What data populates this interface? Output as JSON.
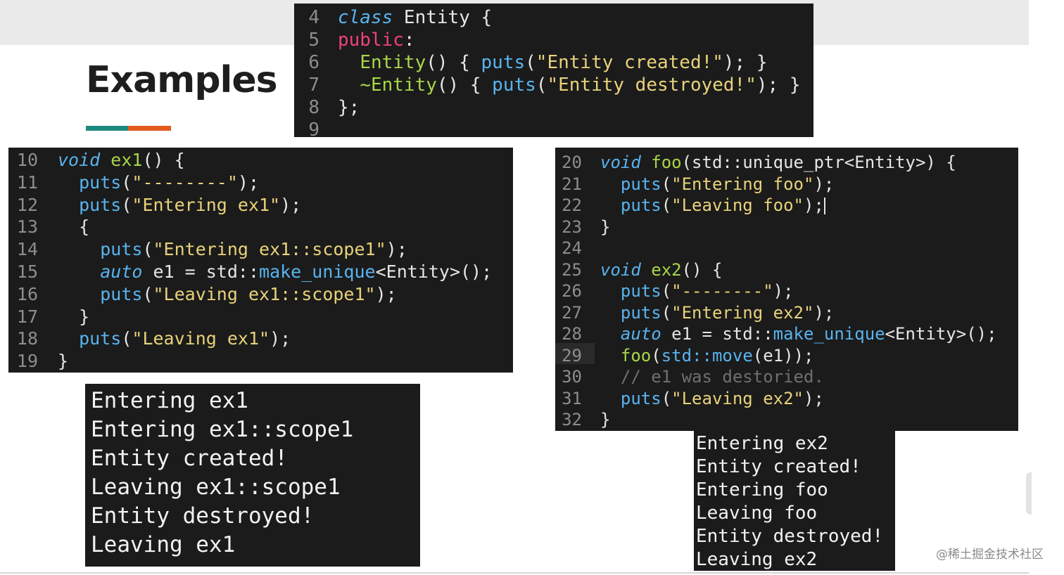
{
  "slide": {
    "title": "Examples",
    "watermark": "@稀土掘金技术社区",
    "colors": {
      "teal": "#1d8a7f",
      "orange": "#e35b1f",
      "panel": "#1b1b1b"
    }
  },
  "class_snippet": {
    "lines": [
      {
        "n": "4",
        "segs": [
          {
            "t": "class",
            "c": "kw"
          },
          {
            "t": " Entity {",
            "c": ""
          }
        ]
      },
      {
        "n": "5",
        "segs": [
          {
            "t": "public",
            "c": "kw2"
          },
          {
            "t": ":",
            "c": ""
          }
        ]
      },
      {
        "n": "6",
        "segs": [
          {
            "t": "  ",
            "c": ""
          },
          {
            "t": "Entity",
            "c": "fn"
          },
          {
            "t": "() { ",
            "c": ""
          },
          {
            "t": "puts",
            "c": "call"
          },
          {
            "t": "(",
            "c": ""
          },
          {
            "t": "\"Entity created!\"",
            "c": "str"
          },
          {
            "t": "); }",
            "c": ""
          }
        ]
      },
      {
        "n": "7",
        "segs": [
          {
            "t": "  ",
            "c": ""
          },
          {
            "t": "~Entity",
            "c": "fn"
          },
          {
            "t": "() { ",
            "c": ""
          },
          {
            "t": "puts",
            "c": "call"
          },
          {
            "t": "(",
            "c": ""
          },
          {
            "t": "\"Entity destroyed!\"",
            "c": "str"
          },
          {
            "t": "); }",
            "c": ""
          }
        ]
      },
      {
        "n": "8",
        "segs": [
          {
            "t": "};",
            "c": ""
          }
        ]
      },
      {
        "n": "9",
        "segs": []
      }
    ]
  },
  "ex1_snippet": {
    "lines": [
      {
        "n": "10",
        "segs": [
          {
            "t": "void",
            "c": "kw"
          },
          {
            "t": " ",
            "c": ""
          },
          {
            "t": "ex1",
            "c": "fn"
          },
          {
            "t": "() {",
            "c": ""
          }
        ]
      },
      {
        "n": "11",
        "segs": [
          {
            "t": "  ",
            "c": ""
          },
          {
            "t": "puts",
            "c": "call"
          },
          {
            "t": "(",
            "c": ""
          },
          {
            "t": "\"--------\"",
            "c": "str"
          },
          {
            "t": ");",
            "c": ""
          }
        ]
      },
      {
        "n": "12",
        "segs": [
          {
            "t": "  ",
            "c": ""
          },
          {
            "t": "puts",
            "c": "call"
          },
          {
            "t": "(",
            "c": ""
          },
          {
            "t": "\"Entering ex1\"",
            "c": "str"
          },
          {
            "t": ");",
            "c": ""
          }
        ]
      },
      {
        "n": "13",
        "segs": [
          {
            "t": "  {",
            "c": ""
          }
        ]
      },
      {
        "n": "14",
        "segs": [
          {
            "t": "    ",
            "c": ""
          },
          {
            "t": "puts",
            "c": "call"
          },
          {
            "t": "(",
            "c": ""
          },
          {
            "t": "\"Entering ex1::scope1\"",
            "c": "str"
          },
          {
            "t": ");",
            "c": ""
          }
        ]
      },
      {
        "n": "15",
        "segs": [
          {
            "t": "    ",
            "c": ""
          },
          {
            "t": "auto",
            "c": "kw"
          },
          {
            "t": " e1 = std::",
            "c": ""
          },
          {
            "t": "make_unique",
            "c": "call"
          },
          {
            "t": "<Entity>();",
            "c": ""
          }
        ]
      },
      {
        "n": "16",
        "segs": [
          {
            "t": "    ",
            "c": ""
          },
          {
            "t": "puts",
            "c": "call"
          },
          {
            "t": "(",
            "c": ""
          },
          {
            "t": "\"Leaving ex1::scope1\"",
            "c": "str"
          },
          {
            "t": ");",
            "c": ""
          }
        ]
      },
      {
        "n": "17",
        "segs": [
          {
            "t": "  }",
            "c": ""
          }
        ]
      },
      {
        "n": "18",
        "segs": [
          {
            "t": "  ",
            "c": ""
          },
          {
            "t": "puts",
            "c": "call"
          },
          {
            "t": "(",
            "c": ""
          },
          {
            "t": "\"Leaving ex1\"",
            "c": "str"
          },
          {
            "t": ");",
            "c": ""
          }
        ]
      },
      {
        "n": "19",
        "segs": [
          {
            "t": "}",
            "c": ""
          }
        ]
      }
    ]
  },
  "ex1_output": {
    "lines": [
      "Entering ex1",
      "Entering ex1::scope1",
      "Entity created!",
      "Leaving ex1::scope1",
      "Entity destroyed!",
      "Leaving ex1"
    ]
  },
  "ex2_snippet": {
    "lines": [
      {
        "n": "20",
        "segs": [
          {
            "t": "void",
            "c": "kw"
          },
          {
            "t": " ",
            "c": ""
          },
          {
            "t": "foo",
            "c": "fn"
          },
          {
            "t": "(std::unique_ptr<Entity>) {",
            "c": ""
          }
        ]
      },
      {
        "n": "21",
        "segs": [
          {
            "t": "  ",
            "c": ""
          },
          {
            "t": "puts",
            "c": "call"
          },
          {
            "t": "(",
            "c": ""
          },
          {
            "t": "\"Entering foo\"",
            "c": "str"
          },
          {
            "t": ");",
            "c": ""
          }
        ]
      },
      {
        "n": "22",
        "segs": [
          {
            "t": "  ",
            "c": ""
          },
          {
            "t": "puts",
            "c": "call"
          },
          {
            "t": "(",
            "c": ""
          },
          {
            "t": "\"Leaving foo\"",
            "c": "str"
          },
          {
            "t": ");",
            "c": ""
          }
        ]
      },
      {
        "n": "23",
        "segs": [
          {
            "t": "}",
            "c": ""
          }
        ]
      },
      {
        "n": "24",
        "segs": []
      },
      {
        "n": "25",
        "segs": [
          {
            "t": "void",
            "c": "kw"
          },
          {
            "t": " ",
            "c": ""
          },
          {
            "t": "ex2",
            "c": "fn"
          },
          {
            "t": "() {",
            "c": ""
          }
        ]
      },
      {
        "n": "26",
        "segs": [
          {
            "t": "  ",
            "c": ""
          },
          {
            "t": "puts",
            "c": "call"
          },
          {
            "t": "(",
            "c": ""
          },
          {
            "t": "\"--------\"",
            "c": "str"
          },
          {
            "t": ");",
            "c": ""
          }
        ]
      },
      {
        "n": "27",
        "segs": [
          {
            "t": "  ",
            "c": ""
          },
          {
            "t": "puts",
            "c": "call"
          },
          {
            "t": "(",
            "c": ""
          },
          {
            "t": "\"Entering ex2\"",
            "c": "str"
          },
          {
            "t": ");",
            "c": ""
          }
        ]
      },
      {
        "n": "28",
        "segs": [
          {
            "t": "  ",
            "c": ""
          },
          {
            "t": "auto",
            "c": "kw"
          },
          {
            "t": " e1 = std::",
            "c": ""
          },
          {
            "t": "make_unique",
            "c": "call"
          },
          {
            "t": "<Entity>();",
            "c": ""
          }
        ]
      },
      {
        "n": "29",
        "segs": [
          {
            "t": "  ",
            "c": ""
          },
          {
            "t": "foo",
            "c": "fn"
          },
          {
            "t": "(",
            "c": ""
          },
          {
            "t": "std::move",
            "c": "call"
          },
          {
            "t": "(e1));",
            "c": ""
          }
        ]
      },
      {
        "n": "30",
        "segs": [
          {
            "t": "  ",
            "c": ""
          },
          {
            "t": "// e1 was destoried.",
            "c": "cmt"
          }
        ]
      },
      {
        "n": "31",
        "segs": [
          {
            "t": "  ",
            "c": ""
          },
          {
            "t": "puts",
            "c": "call"
          },
          {
            "t": "(",
            "c": ""
          },
          {
            "t": "\"Leaving ex2\"",
            "c": "str"
          },
          {
            "t": ");",
            "c": ""
          }
        ]
      },
      {
        "n": "32",
        "segs": [
          {
            "t": "}",
            "c": ""
          }
        ]
      }
    ]
  },
  "ex2_output": {
    "lines": [
      "Entering ex2",
      "Entity created!",
      "Entering foo",
      "Leaving foo",
      "Entity destroyed!",
      "Leaving ex2"
    ]
  }
}
